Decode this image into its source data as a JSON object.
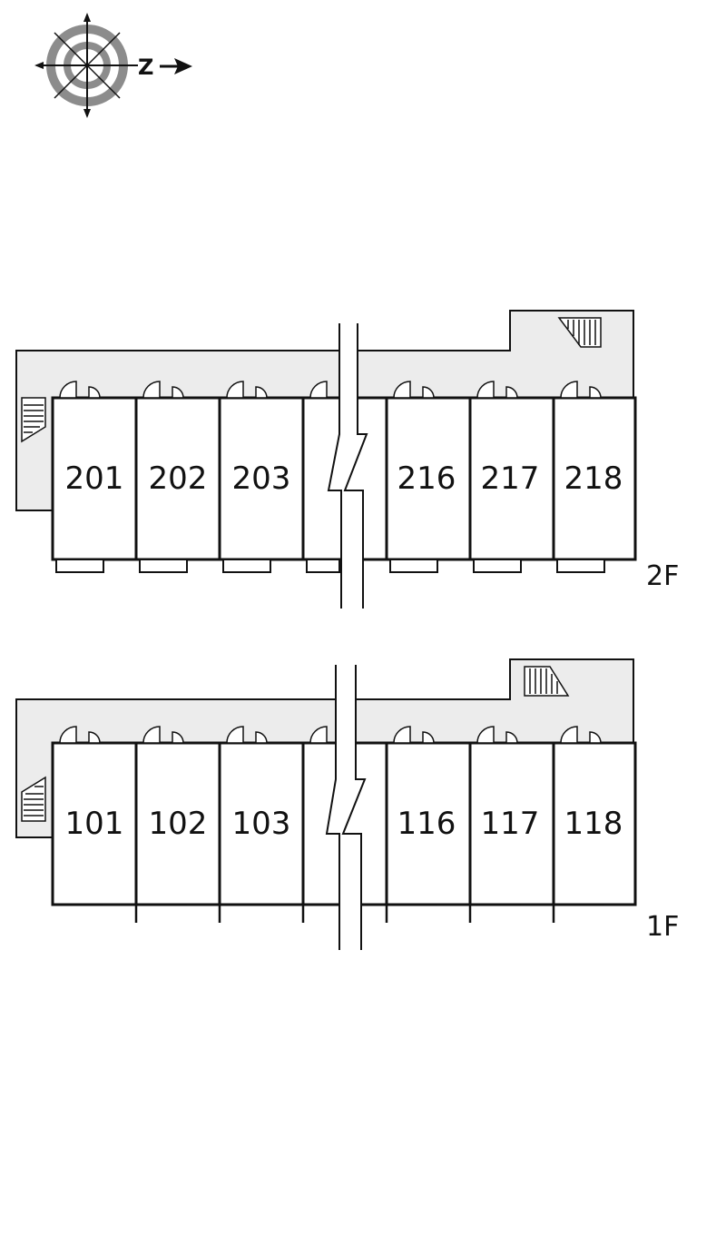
{
  "compass": {
    "icon": "compass-rose-icon",
    "north_letter": "Z"
  },
  "floors": [
    {
      "label": "2F",
      "units": [
        "201",
        "202",
        "203",
        "",
        "216",
        "217",
        "218"
      ]
    },
    {
      "label": "1F",
      "units": [
        "101",
        "102",
        "103",
        "",
        "116",
        "117",
        "118"
      ]
    }
  ],
  "colors": {
    "corridor": "#ececec",
    "wall": "#111111",
    "compass_gray": "#8c8c8c"
  }
}
